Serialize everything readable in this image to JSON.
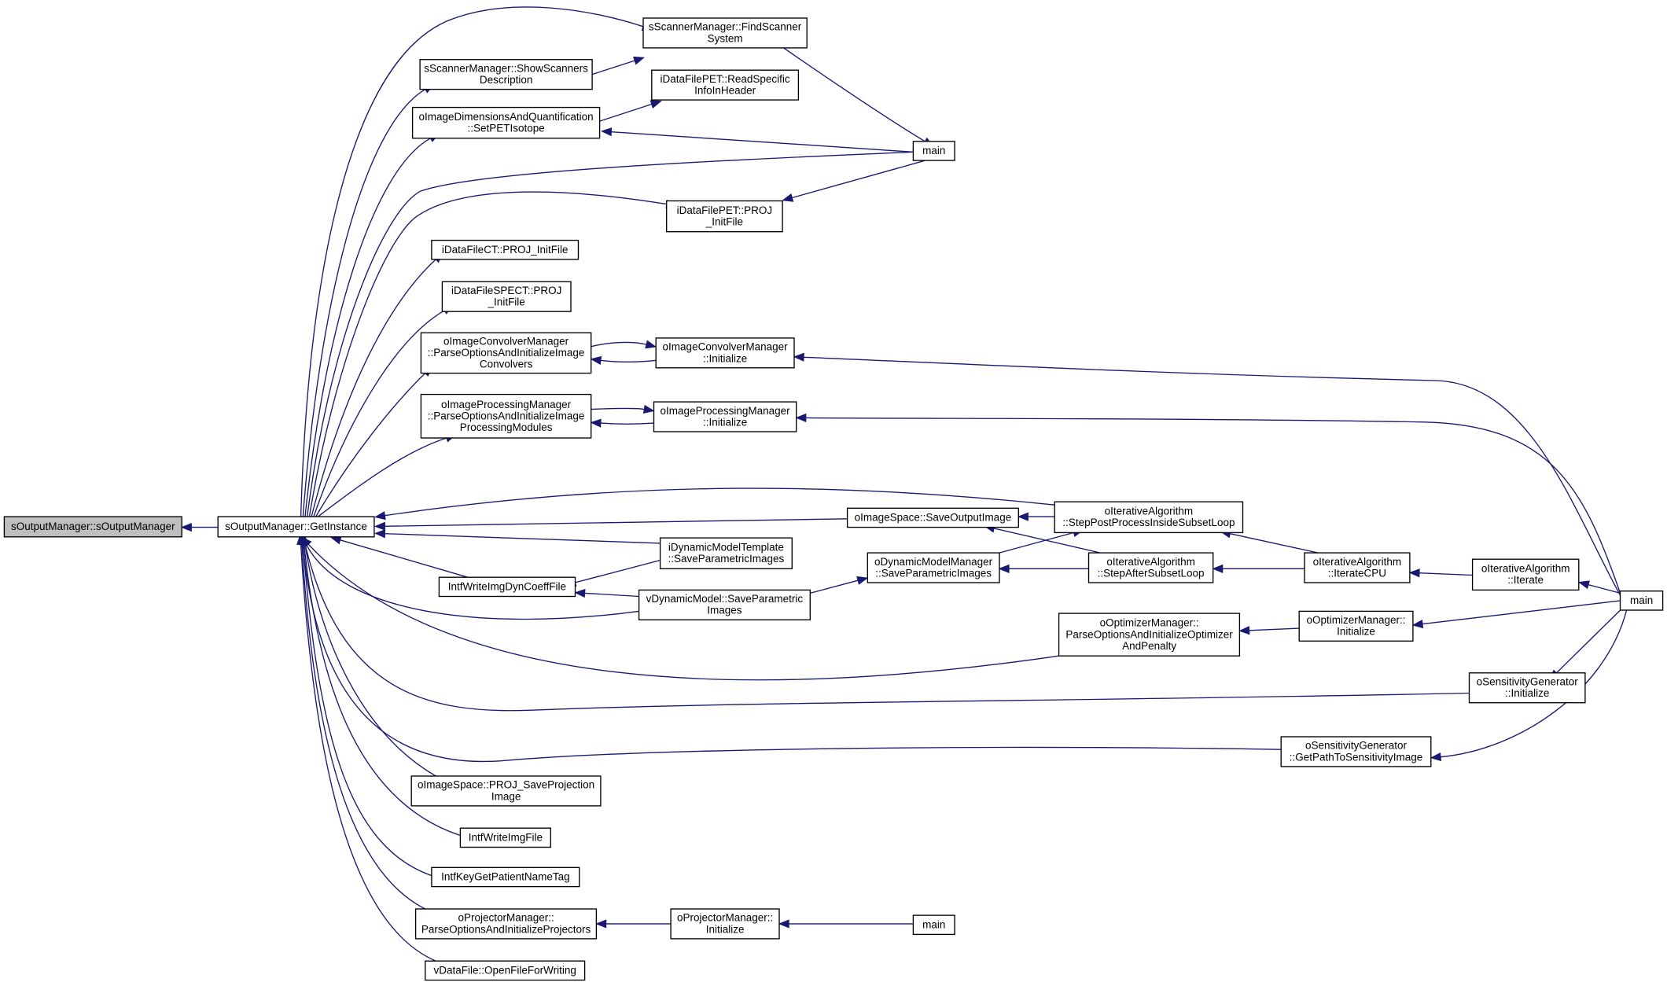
{
  "nodes": {
    "root": [
      "sOutputManager::sOutputManager"
    ],
    "getinstance": [
      "sOutputManager::GetInstance"
    ],
    "findscanner": [
      "sScannerManager::FindScanner",
      "System"
    ],
    "showscanners": [
      "sScannerManager::ShowScanners",
      "Description"
    ],
    "readspecific": [
      "iDataFilePET::ReadSpecific",
      "InfoInHeader"
    ],
    "setpetisotope": [
      "oImageDimensionsAndQuantification",
      "::SetPETIsotope"
    ],
    "main1": [
      "main"
    ],
    "petinit": [
      "iDataFilePET::PROJ",
      "_InitFile"
    ],
    "ctinit": [
      "iDataFileCT::PROJ_InitFile"
    ],
    "spectinit": [
      "iDataFileSPECT::PROJ",
      "_InitFile"
    ],
    "convparse": [
      "oImageConvolverManager",
      "::ParseOptionsAndInitializeImage",
      "Convolvers"
    ],
    "convinit": [
      "oImageConvolverManager",
      "::Initialize"
    ],
    "procparse": [
      "oImageProcessingManager",
      "::ParseOptionsAndInitializeImage",
      "ProcessingModules"
    ],
    "procinit": [
      "oImageProcessingManager",
      "::Initialize"
    ],
    "saveoutput": [
      "oImageSpace::SaveOutputImage"
    ],
    "steppost": [
      "oIterativeAlgorithm",
      "::StepPostProcessInsideSubsetLoop"
    ],
    "dyntemplate": [
      "iDynamicModelTemplate",
      "::SaveParametricImages"
    ],
    "intfwritedyn": [
      "IntfWriteImgDynCoeffFile"
    ],
    "dynmgr": [
      "oDynamicModelManager",
      "::SaveParametricImages"
    ],
    "stepafter": [
      "oIterativeAlgorithm",
      "::StepAfterSubsetLoop"
    ],
    "iteratecpu": [
      "oIterativeAlgorithm",
      "::IterateCPU"
    ],
    "iterate": [
      "oIterativeAlgorithm",
      "::Iterate"
    ],
    "vdynsave": [
      "vDynamicModel::SaveParametric",
      "Images"
    ],
    "main2": [
      "main"
    ],
    "optparse": [
      "oOptimizerManager::",
      "ParseOptionsAndInitializeOptimizer",
      "AndPenalty"
    ],
    "optinit": [
      "oOptimizerManager::",
      "Initialize"
    ],
    "sensinit": [
      "oSensitivityGenerator",
      "::Initialize"
    ],
    "senspath": [
      "oSensitivityGenerator",
      "::GetPathToSensitivityImage"
    ],
    "projsave": [
      "oImageSpace::PROJ_SaveProjection",
      "Image"
    ],
    "intfwrite": [
      "IntfWriteImgFile"
    ],
    "intfkey": [
      "IntfKeyGetPatientNameTag"
    ],
    "projparse": [
      "oProjectorManager::",
      "ParseOptionsAndInitializeProjectors"
    ],
    "projinit": [
      "oProjectorManager::",
      "Initialize"
    ],
    "main3": [
      "main"
    ],
    "openfile": [
      "vDataFile::OpenFileForWriting"
    ]
  }
}
